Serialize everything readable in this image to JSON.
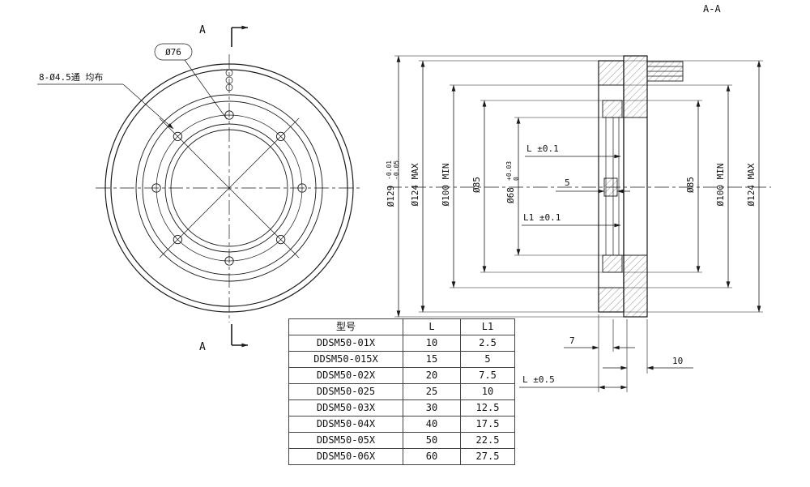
{
  "drawing": {
    "section_title": "A-A",
    "front_view": {
      "bolt_circle_dim": "Ø76",
      "holes_note": "8-Ø4.5通 均布",
      "cut_label_top": "A",
      "cut_label_bottom": "A"
    },
    "section_view": {
      "dim_129": "Ø129",
      "dim_129_tol_upper": "-0.01",
      "dim_129_tol_lower": "-0.05",
      "dim_124_left": "Ø124 MAX",
      "dim_100_left": "Ø100 MIN",
      "dim_85_left": "Ø85",
      "dim_68": "Ø68",
      "dim_68_tol_upper": "+0.03",
      "dim_68_tol_lower": "0",
      "dim_L": "L ±0.1",
      "dim_gap": "5",
      "dim_L1": "L1 ±0.1",
      "dim_85_right": "Ø85",
      "dim_100_right": "Ø100 MIN",
      "dim_124_right": "Ø124 MAX",
      "dim_7": "7",
      "dim_10": "10",
      "dim_L_mount": "L ±0.5"
    }
  },
  "table": {
    "headers": [
      "型号",
      "L",
      "L1"
    ],
    "rows": [
      [
        "DDSM50-01X",
        "10",
        "2.5"
      ],
      [
        "DDSM50-015X",
        "15",
        "5"
      ],
      [
        "DDSM50-02X",
        "20",
        "7.5"
      ],
      [
        "DDSM50-025",
        "25",
        "10"
      ],
      [
        "DDSM50-03X",
        "30",
        "12.5"
      ],
      [
        "DDSM50-04X",
        "40",
        "17.5"
      ],
      [
        "DDSM50-05X",
        "50",
        "22.5"
      ],
      [
        "DDSM50-06X",
        "60",
        "27.5"
      ]
    ]
  },
  "colors": {
    "line": "#1a1a1a",
    "background": "#ffffff"
  }
}
